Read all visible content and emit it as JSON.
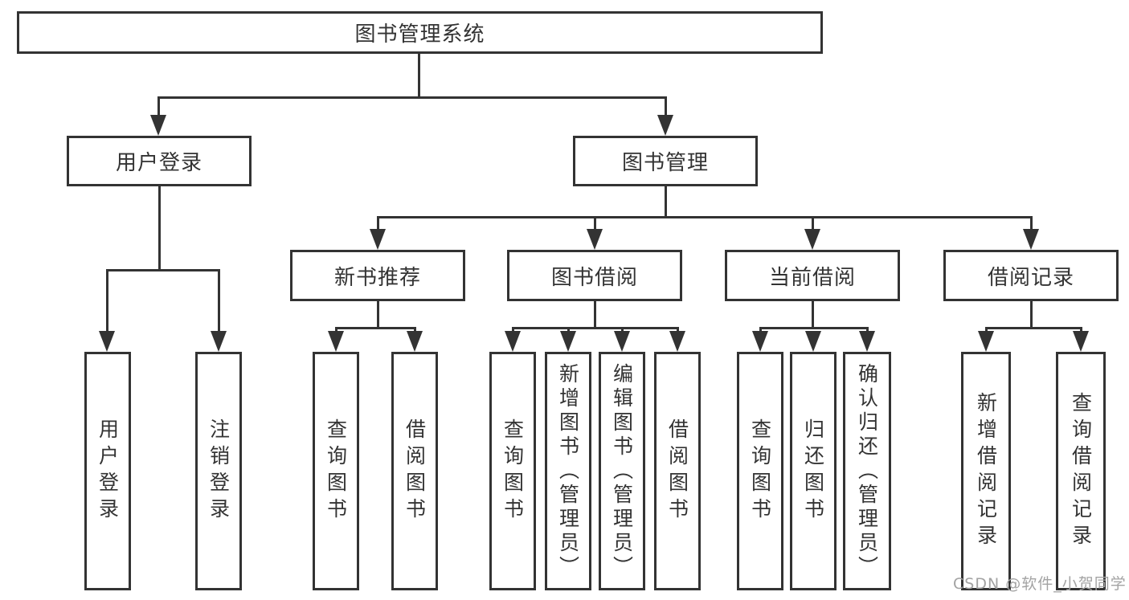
{
  "nodes": {
    "root": "图书管理系统",
    "user_login": "用户登录",
    "book_mgmt": "图书管理",
    "new_book_rec": "新书推荐",
    "book_borrow": "图书借阅",
    "current_borrow": "当前借阅",
    "borrow_records": "借阅记录",
    "leaf_user_login": "用户登录",
    "leaf_logout": "注销登录",
    "leaf_query_book_rec": "查询图书",
    "leaf_borrow_book_rec": "借阅图书",
    "leaf_query_book_borrow": "查询图书",
    "leaf_add_book_admin": "新增图书（管理员）",
    "leaf_edit_book_admin": "编辑图书（管理员）",
    "leaf_borrow_book_borrow": "借阅图书",
    "leaf_query_book_current": "查询图书",
    "leaf_return_book": "归还图书",
    "leaf_confirm_return_admin": "确认归还（管理员）",
    "leaf_add_borrow_record": "新增借阅记录",
    "leaf_query_borrow_record": "查询借阅记录"
  },
  "watermark": "CSDN @软件_小贺同学",
  "colors": {
    "line": "#333333",
    "text": "#333333",
    "watermark": "#a3a3a3",
    "background": "#ffffff"
  }
}
